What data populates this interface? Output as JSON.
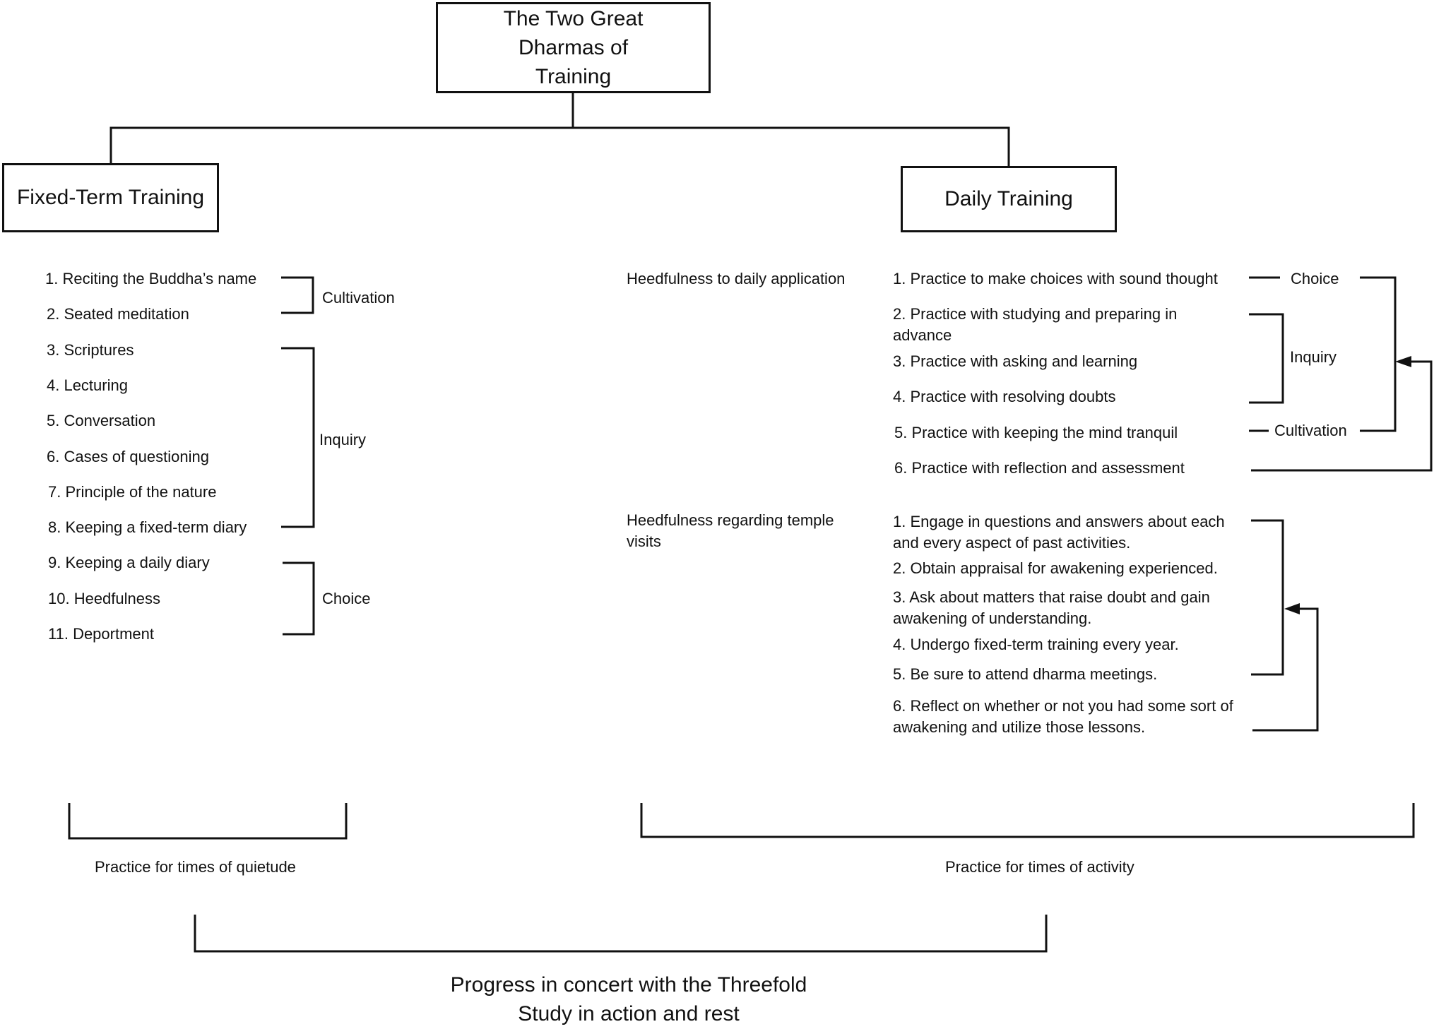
{
  "title": "The Two Great Dharmas of Training",
  "branches": {
    "fixed_term": "Fixed-Term Training",
    "daily": "Daily Training"
  },
  "fixed_term": {
    "items": [
      "1. Reciting the Buddha’s name",
      "2. Seated meditation",
      "3. Scriptures",
      "4. Lecturing",
      "5. Conversation",
      "6. Cases of questioning",
      "7. Principle of the nature",
      "8. Keeping a fixed-term diary",
      "9. Keeping a daily diary",
      "10. Heedfulness",
      "11. Deportment"
    ],
    "groups": [
      "Cultivation",
      "Inquiry",
      "Choice"
    ],
    "footer": "Practice for times of quietude"
  },
  "daily": {
    "section1": {
      "heading": "Heedfulness to daily application",
      "items": [
        "1. Practice to make choices with sound thought",
        "2. Practice with studying and preparing in advance",
        "3. Practice with asking and learning",
        "4. Practice with resolving doubts",
        "5. Practice with keeping the mind tranquil",
        "6. Practice with reflection and assessment"
      ],
      "groups": [
        "Choice",
        "Inquiry",
        "Cultivation"
      ]
    },
    "section2": {
      "heading": "Heedfulness regarding temple visits",
      "items": [
        "1. Engage in questions and answers about each and every aspect of past activities.",
        "2. Obtain appraisal for awakening experienced.",
        "3. Ask about matters that raise doubt and gain awakening of understanding.",
        "4. Undergo fixed-term training every year.",
        "5. Be sure to attend dharma meetings.",
        "6. Reflect on whether or not you had some sort of awakening and utilize those lessons."
      ]
    },
    "footer": "Practice for times of activity"
  },
  "conclusion": "Progress in concert with the Threefold Study in action and rest"
}
